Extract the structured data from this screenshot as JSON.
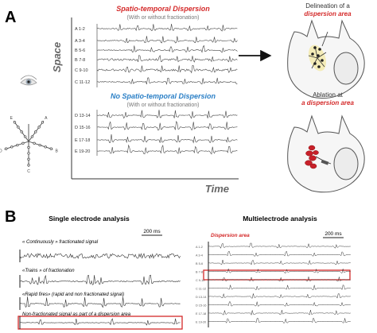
{
  "panel_a": {
    "label": "A",
    "axis_y": "Space",
    "axis_x": "Time",
    "dispersion_title": "Spatio-temporal Dispersion",
    "dispersion_sub": "(With or without fractionation)",
    "no_dispersion_title": "No Spatio-temporal Dispersion",
    "no_dispersion_sub": "(With or without fractionation)",
    "channels_top": [
      "A 1-2",
      "A 3-4",
      "B 5-6",
      "B 7-8",
      "C 9-10",
      "C 11-12"
    ],
    "channels_bottom": [
      "D 13-14",
      "D 15-16",
      "E 17-18",
      "E 19-20"
    ],
    "heart_top": {
      "line1": "Delineation of a",
      "line2": "dispersion area"
    },
    "heart_bottom": {
      "line1": "Ablation at",
      "line2": "a dispersion area"
    },
    "catheter_letters": [
      "A",
      "B",
      "C",
      "D",
      "E"
    ]
  },
  "panel_b": {
    "label": "B",
    "single_title": "Single electrode analysis",
    "multi_title": "Multielectrode analysis",
    "scale_left": "200 ms",
    "scale_right": "200 ms",
    "dispersion_area_label": "Dispersion area",
    "single_traces": [
      "« Continuously » fractionated signal",
      "«Trains » of fractionation",
      "«Rapid fires» (rapid and non fractionated signal)",
      "Non-fractionated signal as part of a dispersion area"
    ],
    "multi_channels": [
      "A 1-2",
      "A 3-4",
      "B 5-6",
      "B 7-8",
      "C 9-10",
      "C 11-12",
      "D 13-14",
      "D 15-16",
      "E 17-18",
      "E 19-20"
    ]
  },
  "colors": {
    "red": "#d42a2a",
    "blue": "#2a7fc6",
    "trace": "#333333",
    "heart": "#f6f6f6"
  }
}
